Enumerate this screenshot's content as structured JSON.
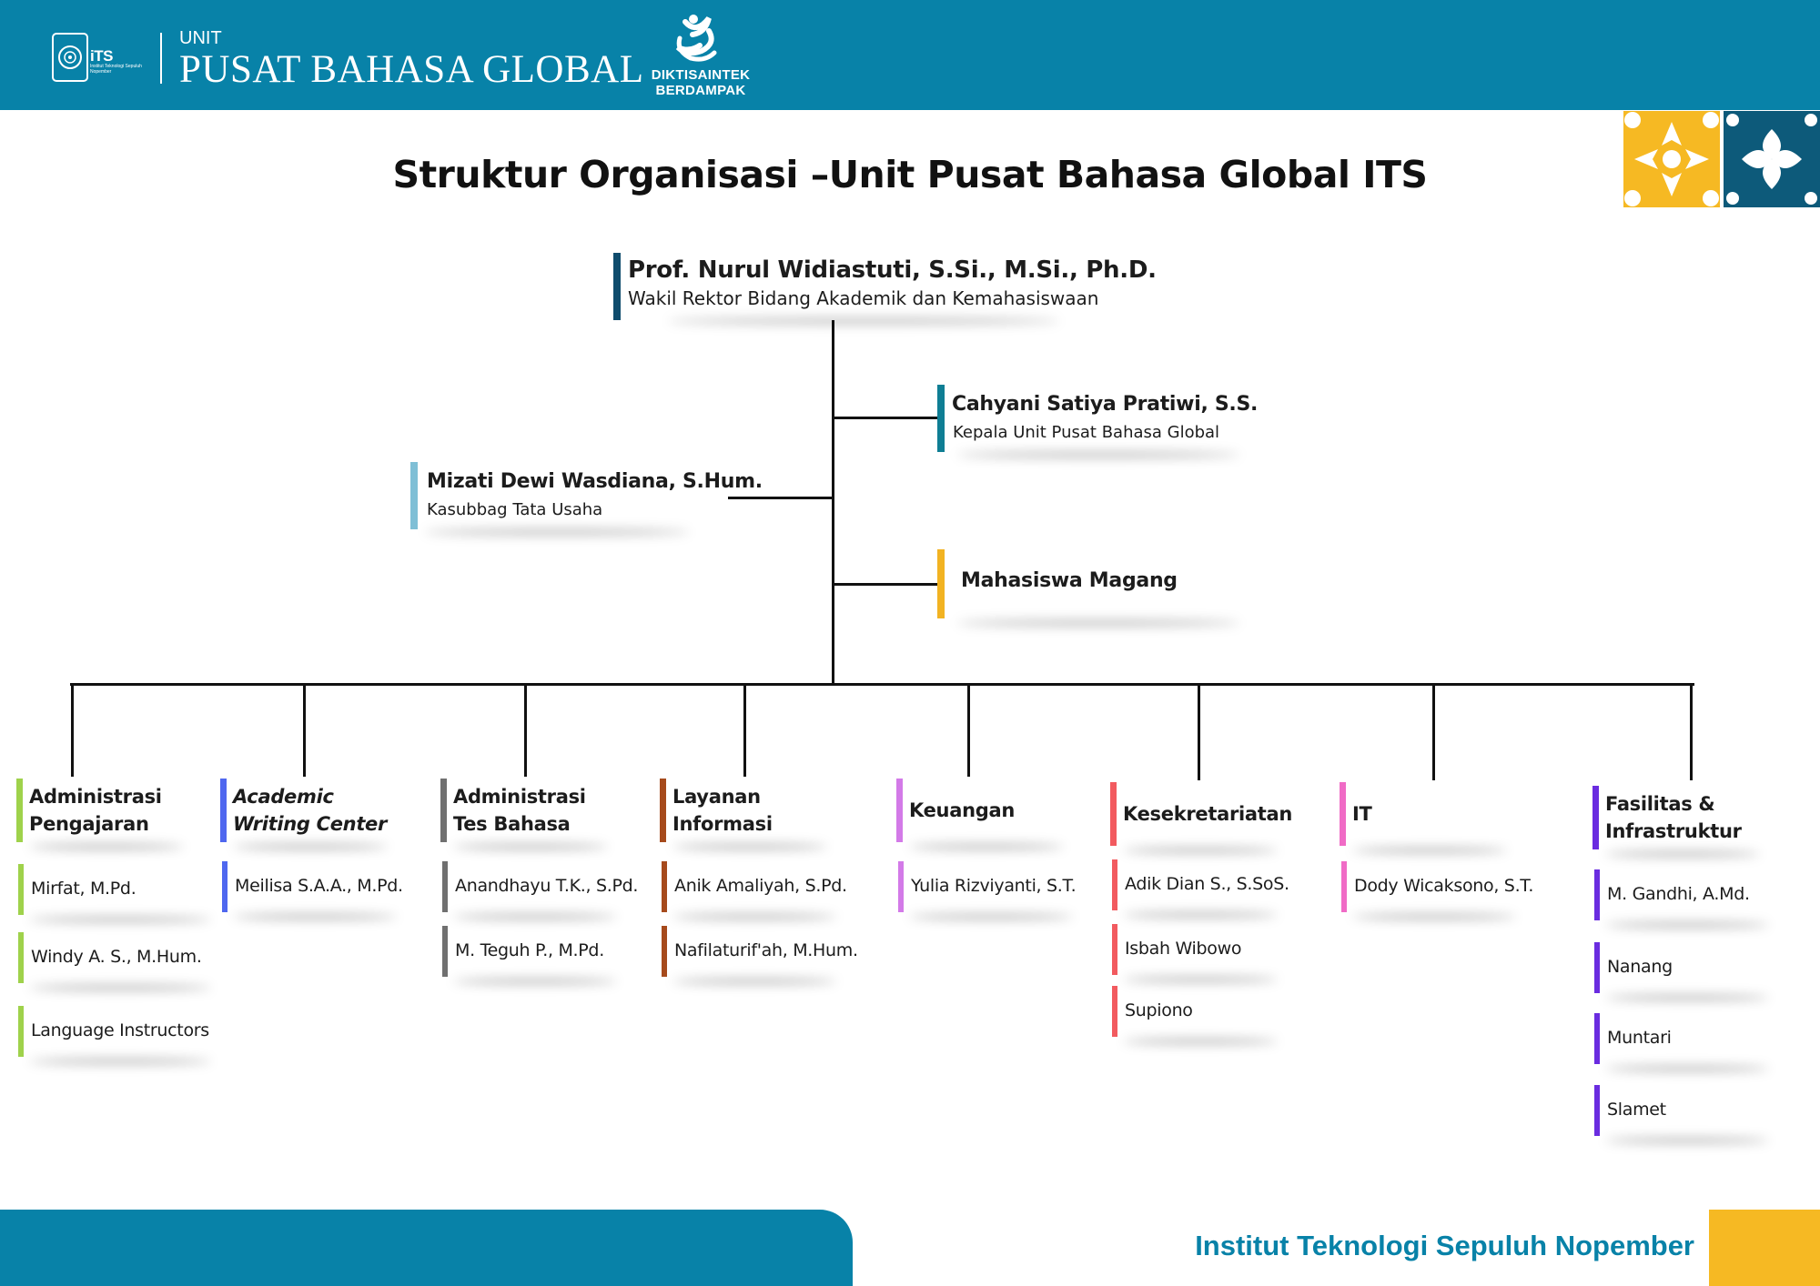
{
  "header": {
    "its_mark": "iTS",
    "its_subtitle": "Institut Teknologi Sepuluh Nopember",
    "unit_label": "UNIT",
    "unit_name": "PUSAT BAHASA GLOBAL",
    "dikti_line1": "DIKTISAINTEK",
    "dikti_line2": "BERDAMPAK"
  },
  "title": "Struktur Organisasi –Unit Pusat Bahasa Global ITS",
  "colors": {
    "brand_blue": "#0882a8",
    "accent_yellow": "#f6b923",
    "ornament_navy": "#0d5a7a"
  },
  "top": {
    "name": "Prof. Nurul Widiastuti, S.Si., M.Si., Ph.D.",
    "role": "Wakil Rektor Bidang Akademik dan Kemahasiswaan",
    "color": "#0f4c6d"
  },
  "head": {
    "name": "Cahyani Satiya Pratiwi, S.S.",
    "role": "Kepala Unit Pusat Bahasa Global",
    "color": "#0f7e94"
  },
  "admin": {
    "name": "Mizati Dewi Wasdiana, S.Hum.",
    "role": "Kasubbag Tata Usaha",
    "color": "#7fbfd6"
  },
  "intern": {
    "name": "Mahasiswa Magang",
    "color": "#f2b322"
  },
  "departments": [
    {
      "name_line1": "Administrasi",
      "name_line2": "Pengajaran",
      "italic": false,
      "color": "#9fd24b",
      "staff": [
        "Mirfat, M.Pd.",
        "Windy A. S., M.Hum.",
        "Language Instructors"
      ]
    },
    {
      "name_line1": "Academic",
      "name_line2": "Writing Center",
      "italic": true,
      "color": "#4f67ef",
      "staff": [
        "Meilisa S.A.A., M.Pd."
      ]
    },
    {
      "name_line1": "Administrasi",
      "name_line2": "Tes Bahasa",
      "italic": false,
      "color": "#707070",
      "staff": [
        "Anandhayu T.K., S.Pd.",
        "M. Teguh P., M.Pd."
      ]
    },
    {
      "name_line1": "Layanan",
      "name_line2": "Informasi",
      "italic": false,
      "color": "#a64a1c",
      "staff": [
        "Anik Amaliyah, S.Pd.",
        "Nafilaturif'ah, M.Hum."
      ]
    },
    {
      "name_line1": "Keuangan",
      "name_line2": "",
      "italic": false,
      "color": "#d37ae8",
      "staff": [
        "Yulia Rizviyanti, S.T."
      ]
    },
    {
      "name_line1": "Kesekretariatan",
      "name_line2": "",
      "italic": false,
      "color": "#f25a5f",
      "staff": [
        "Adik Dian S., S.SoS.",
        "Isbah Wibowo",
        "Supiono"
      ]
    },
    {
      "name_line1": "IT",
      "name_line2": "",
      "italic": false,
      "color": "#f06bc6",
      "staff": [
        "Dody Wicaksono, S.T."
      ]
    },
    {
      "name_line1": "Fasilitas &",
      "name_line2": "Infrastruktur",
      "italic": false,
      "color": "#6a2ce0",
      "staff": [
        "M. Gandhi, A.Md.",
        "Nanang",
        "Muntari",
        "Slamet"
      ]
    }
  ],
  "footer": {
    "institution": "Institut Teknologi Sepuluh Nopember"
  }
}
